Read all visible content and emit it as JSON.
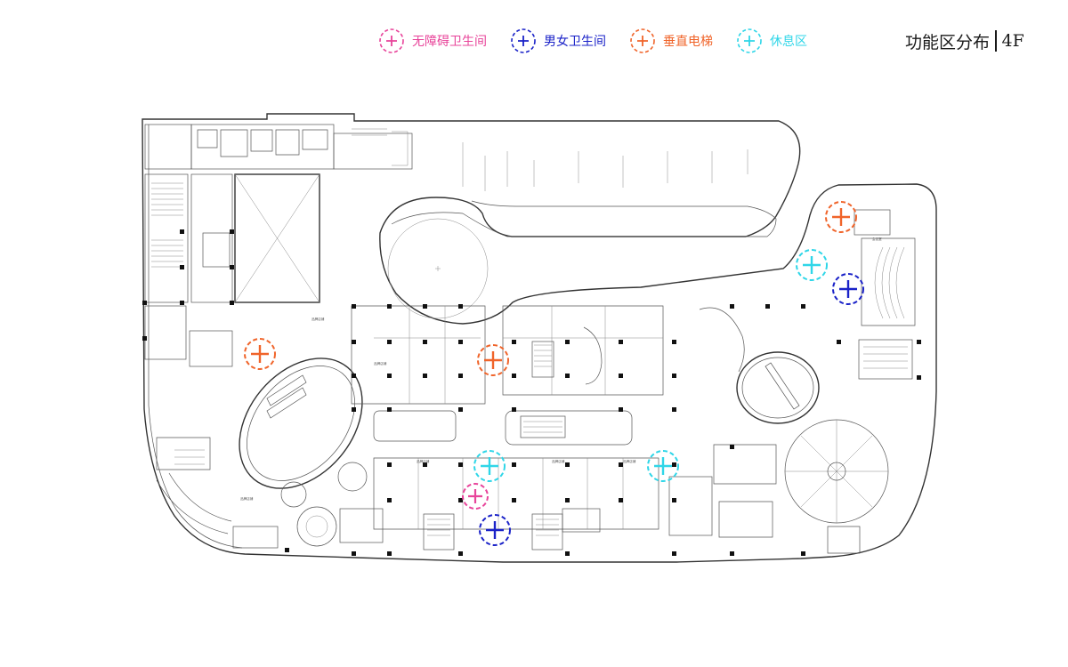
{
  "legend": [
    {
      "label": "无障碍卫生间",
      "color": "#e8449a",
      "icon": "accessible-restroom-marker"
    },
    {
      "label": "男女卫生间",
      "color": "#1a22c8",
      "icon": "restroom-marker"
    },
    {
      "label": "垂直电梯",
      "color": "#f0642a",
      "icon": "elevator-marker"
    },
    {
      "label": "休息区",
      "color": "#2fd6e8",
      "icon": "rest-area-marker"
    }
  ],
  "title": {
    "main": "功能区分布",
    "floor": "4F"
  },
  "markers": [
    {
      "type": "elevator",
      "color": "#f0642a"
    },
    {
      "type": "elevator",
      "color": "#f0642a"
    },
    {
      "type": "elevator",
      "color": "#f0642a"
    },
    {
      "type": "rest-area",
      "color": "#2fd6e8"
    },
    {
      "type": "restroom",
      "color": "#1a22c8"
    },
    {
      "type": "rest-area",
      "color": "#2fd6e8"
    },
    {
      "type": "rest-area",
      "color": "#2fd6e8"
    },
    {
      "type": "accessible-restroom",
      "color": "#e8449a"
    },
    {
      "type": "restroom",
      "color": "#1a22c8"
    }
  ]
}
